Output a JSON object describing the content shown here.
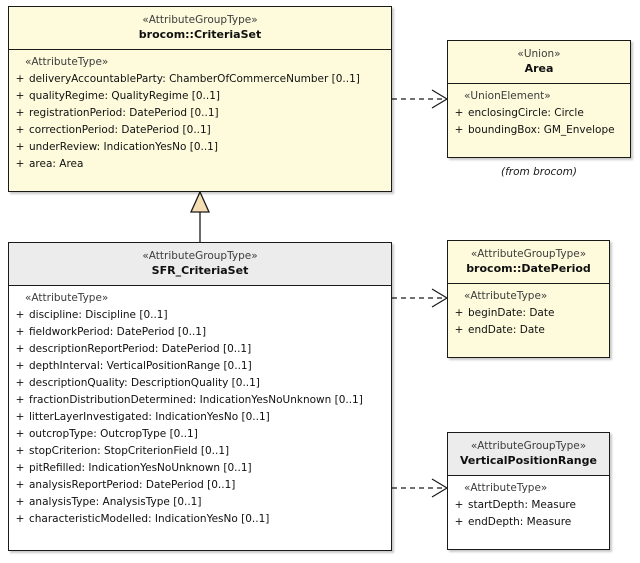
{
  "diagram": {
    "type": "uml-class-diagram",
    "background": "#ffffff",
    "fill_yellow": "#fefbdc",
    "fill_plain": "#ffffff",
    "header_grey": "#ececec",
    "border_color": "#1a1a1a",
    "generalization_fill": "#f5deb3"
  },
  "classes": {
    "brocom_criteriaset": {
      "stereotype": "«AttributeGroupType»",
      "name": "brocom::CriteriaSet",
      "group_stereotype": "«AttributeType»",
      "attributes": [
        {
          "visibility": "+",
          "text": "deliveryAccountableParty: ChamberOfCommerceNumber [0..1]"
        },
        {
          "visibility": "+",
          "text": "qualityRegime: QualityRegime [0..1]"
        },
        {
          "visibility": "+",
          "text": "registrationPeriod: DatePeriod [0..1]"
        },
        {
          "visibility": "+",
          "text": "correctionPeriod: DatePeriod [0..1]"
        },
        {
          "visibility": "+",
          "text": "underReview: IndicationYesNo [0..1]"
        },
        {
          "visibility": "+",
          "text": "area: Area"
        }
      ]
    },
    "sfr_criteriaset": {
      "stereotype": "«AttributeGroupType»",
      "name": "SFR_CriteriaSet",
      "group_stereotype": "«AttributeType»",
      "attributes": [
        {
          "visibility": "+",
          "text": "discipline: Discipline [0..1]"
        },
        {
          "visibility": "+",
          "text": "fieldworkPeriod: DatePeriod [0..1]"
        },
        {
          "visibility": "+",
          "text": "descriptionReportPeriod: DatePeriod [0..1]"
        },
        {
          "visibility": "+",
          "text": "depthInterval: VerticalPositionRange [0..1]"
        },
        {
          "visibility": "+",
          "text": "descriptionQuality: DescriptionQuality [0..1]"
        },
        {
          "visibility": "+",
          "text": "fractionDistributionDetermined: IndicationYesNoUnknown [0..1]"
        },
        {
          "visibility": "+",
          "text": "litterLayerInvestigated: IndicationYesNo [0..1]"
        },
        {
          "visibility": "+",
          "text": "outcropType: OutcropType [0..1]"
        },
        {
          "visibility": "+",
          "text": "stopCriterion: StopCriterionField [0..1]"
        },
        {
          "visibility": "+",
          "text": "pitRefilled: IndicationYesNoUnknown [0..1]"
        },
        {
          "visibility": "+",
          "text": "analysisReportPeriod: DatePeriod [0..1]"
        },
        {
          "visibility": "+",
          "text": "analysisType: AnalysisType [0..1]"
        },
        {
          "visibility": "+",
          "text": "characteristicModelled: IndicationYesNo [0..1]"
        }
      ]
    },
    "area": {
      "stereotype": "«Union»",
      "name": "Area",
      "group_stereotype": "«UnionElement»",
      "attributes": [
        {
          "visibility": "+",
          "text": "enclosingCircle: Circle"
        },
        {
          "visibility": "+",
          "text": "boundingBox: GM_Envelope"
        }
      ],
      "note": "(from brocom)"
    },
    "brocom_dateperiod": {
      "stereotype": "«AttributeGroupType»",
      "name": "brocom::DatePeriod",
      "group_stereotype": "«AttributeType»",
      "attributes": [
        {
          "visibility": "+",
          "text": "beginDate: Date"
        },
        {
          "visibility": "+",
          "text": "endDate: Date"
        }
      ]
    },
    "verticalpositionrange": {
      "stereotype": "«AttributeGroupType»",
      "name": "VerticalPositionRange",
      "group_stereotype": "«AttributeType»",
      "attributes": [
        {
          "visibility": "+",
          "text": "startDepth: Measure"
        },
        {
          "visibility": "+",
          "text": "endDepth: Measure"
        }
      ]
    }
  },
  "relations": [
    {
      "kind": "generalization",
      "from": "sfr_criteriaset",
      "to": "brocom_criteriaset"
    },
    {
      "kind": "dependency",
      "from": "brocom_criteriaset",
      "to": "area"
    },
    {
      "kind": "dependency",
      "from": "sfr_criteriaset",
      "to": "brocom_dateperiod"
    },
    {
      "kind": "dependency",
      "from": "sfr_criteriaset",
      "to": "verticalpositionrange"
    }
  ]
}
